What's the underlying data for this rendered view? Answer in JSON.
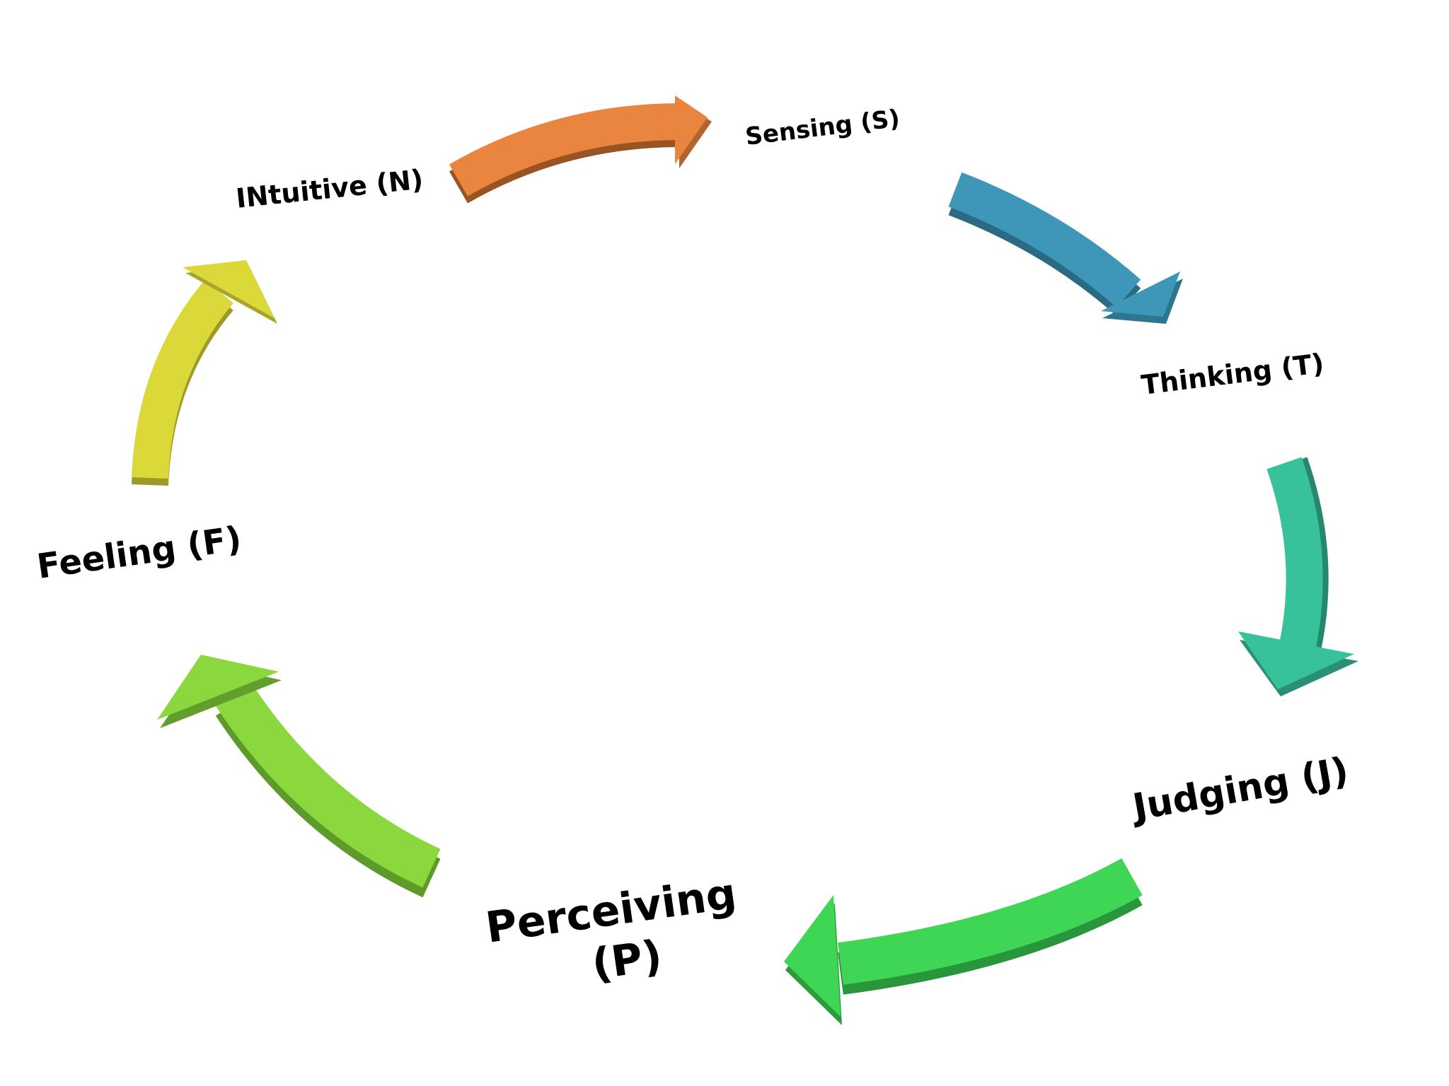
{
  "diagram": {
    "nodes": [
      {
        "id": "S",
        "label": "Sensing (S)"
      },
      {
        "id": "T",
        "label": "Thinking (T)"
      },
      {
        "id": "J",
        "label": "Judging (J)"
      },
      {
        "id": "P",
        "label_line1": "Perceiving",
        "label_line2": "(P)"
      },
      {
        "id": "F",
        "label": "Feeling (F)"
      },
      {
        "id": "N",
        "label": "INtuitive (N)"
      }
    ],
    "edges": [
      {
        "from": "N",
        "to": "S",
        "color": "#E9853F"
      },
      {
        "from": "S",
        "to": "T",
        "color": "#3E97B8"
      },
      {
        "from": "T",
        "to": "J",
        "color": "#38C29B"
      },
      {
        "from": "J",
        "to": "P",
        "color": "#3FD655"
      },
      {
        "from": "P",
        "to": "F",
        "color": "#8AD83E"
      },
      {
        "from": "F",
        "to": "N",
        "color": "#DBD83A"
      }
    ]
  }
}
